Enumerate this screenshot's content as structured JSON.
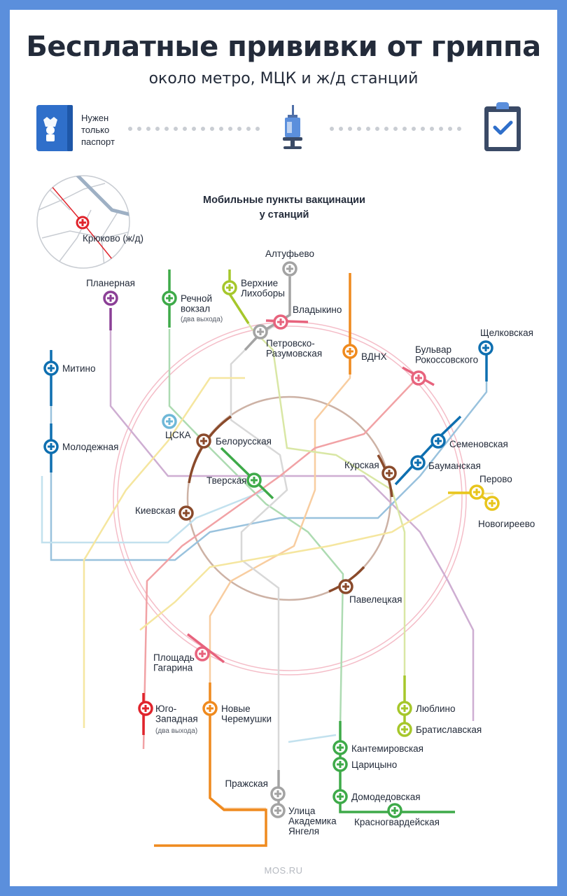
{
  "header": {
    "title": "Бесплатные прививки от гриппа",
    "subtitle": "около метро, МЦК и ж/д станций"
  },
  "steps": {
    "passport_lines": [
      "Нужен",
      "только",
      "паспорт"
    ],
    "icons": [
      "passport-icon",
      "syringe-icon",
      "clipboard-check-icon"
    ]
  },
  "map": {
    "section_title_lines": [
      "Мобильные пункты вакцинации",
      "у станций"
    ],
    "inset_station": "Крюково (ж/д)",
    "two_exits_note": "(два выхода)",
    "line_colors": {
      "red": "#e0242c",
      "green": "#3eaa49",
      "blue": "#0e6fb0",
      "lightblue": "#6fb8d8",
      "brown": "#8a4a2b",
      "orange": "#ef8a1e",
      "purple": "#8b3f96",
      "yellow": "#e8c51c",
      "lime": "#a6c72b",
      "gray": "#a3a3a3",
      "pink": "#e7637d",
      "circle": "#d9b8b0"
    },
    "stations": [
      {
        "id": "altufyevo",
        "lines": [
          "Алтуфьево"
        ],
        "color": "#a3a3a3"
      },
      {
        "id": "verkhnie-likhobory",
        "lines": [
          "Верхние",
          "Лихоборы"
        ],
        "color": "#a6c72b"
      },
      {
        "id": "planernaya",
        "lines": [
          "Планерная"
        ],
        "color": "#8b3f96"
      },
      {
        "id": "rechnoy-vokzal",
        "lines": [
          "Речной",
          "вокзал"
        ],
        "note": "(два выхода)",
        "color": "#3eaa49"
      },
      {
        "id": "vladykino",
        "lines": [
          "Владыкино"
        ],
        "color": "#e7637d"
      },
      {
        "id": "petrovsko-razumovskaya",
        "lines": [
          "Петровско-",
          "Разумовская"
        ],
        "color": "#a3a3a3"
      },
      {
        "id": "vdnkh",
        "lines": [
          "ВДНХ"
        ],
        "color": "#ef8a1e"
      },
      {
        "id": "bulvar-rokossovskogo",
        "lines": [
          "Бульвар",
          "Рокоссовского"
        ],
        "color": "#e7637d"
      },
      {
        "id": "shchelkovskaya",
        "lines": [
          "Щелковская"
        ],
        "color": "#0e6fb0"
      },
      {
        "id": "mitino",
        "lines": [
          "Митино"
        ],
        "color": "#0e6fb0"
      },
      {
        "id": "tsska",
        "lines": [
          "ЦСКА"
        ],
        "color": "#6fb8d8"
      },
      {
        "id": "belorusskaya",
        "lines": [
          "Белорусская"
        ],
        "color": "#8a4a2b"
      },
      {
        "id": "molodezhnaya",
        "lines": [
          "Молодежная"
        ],
        "color": "#0e6fb0"
      },
      {
        "id": "semenovskaya",
        "lines": [
          "Семеновская"
        ],
        "color": "#0e6fb0"
      },
      {
        "id": "kurskaya",
        "lines": [
          "Курская"
        ],
        "color": "#8a4a2b"
      },
      {
        "id": "baumanskaya",
        "lines": [
          "Бауманская"
        ],
        "color": "#0e6fb0"
      },
      {
        "id": "tverskaya",
        "lines": [
          "Тверская"
        ],
        "color": "#3eaa49"
      },
      {
        "id": "perovo",
        "lines": [
          "Перово"
        ],
        "color": "#e8c51c"
      },
      {
        "id": "novogireevo",
        "lines": [
          "Новогиреево"
        ],
        "color": "#e8c51c"
      },
      {
        "id": "kievskaya",
        "lines": [
          "Киевская"
        ],
        "color": "#8a4a2b"
      },
      {
        "id": "paveletskaya",
        "lines": [
          "Павелецкая"
        ],
        "color": "#8a4a2b"
      },
      {
        "id": "ploshchad-gagarina",
        "lines": [
          "Площадь",
          "Гагарина"
        ],
        "color": "#e7637d"
      },
      {
        "id": "yugo-zapadnaya",
        "lines": [
          "Юго-",
          "Западная"
        ],
        "note": "(два выхода)",
        "color": "#e0242c"
      },
      {
        "id": "novye-cheremushki",
        "lines": [
          "Новые",
          "Черемушки"
        ],
        "color": "#ef8a1e"
      },
      {
        "id": "lyublino",
        "lines": [
          "Люблино"
        ],
        "color": "#a6c72b"
      },
      {
        "id": "bratislavskaya",
        "lines": [
          "Братиславская"
        ],
        "color": "#a6c72b"
      },
      {
        "id": "kantemirovskaya",
        "lines": [
          "Кантемировская"
        ],
        "color": "#3eaa49"
      },
      {
        "id": "tsaritsyno",
        "lines": [
          "Царицыно"
        ],
        "color": "#3eaa49"
      },
      {
        "id": "domodedovskaya",
        "lines": [
          "Домодедовская"
        ],
        "color": "#3eaa49"
      },
      {
        "id": "krasnogvardeyskaya",
        "lines": [
          "Красногвардейская"
        ],
        "color": "#3eaa49"
      },
      {
        "id": "prazhskaya",
        "lines": [
          "Пражская"
        ],
        "color": "#a3a3a3"
      },
      {
        "id": "ulitsa-akademika-yangelya",
        "lines": [
          "Улица",
          "Академика",
          "Янгеля"
        ],
        "color": "#a3a3a3"
      }
    ]
  },
  "footer": {
    "source": "MOS.RU"
  }
}
